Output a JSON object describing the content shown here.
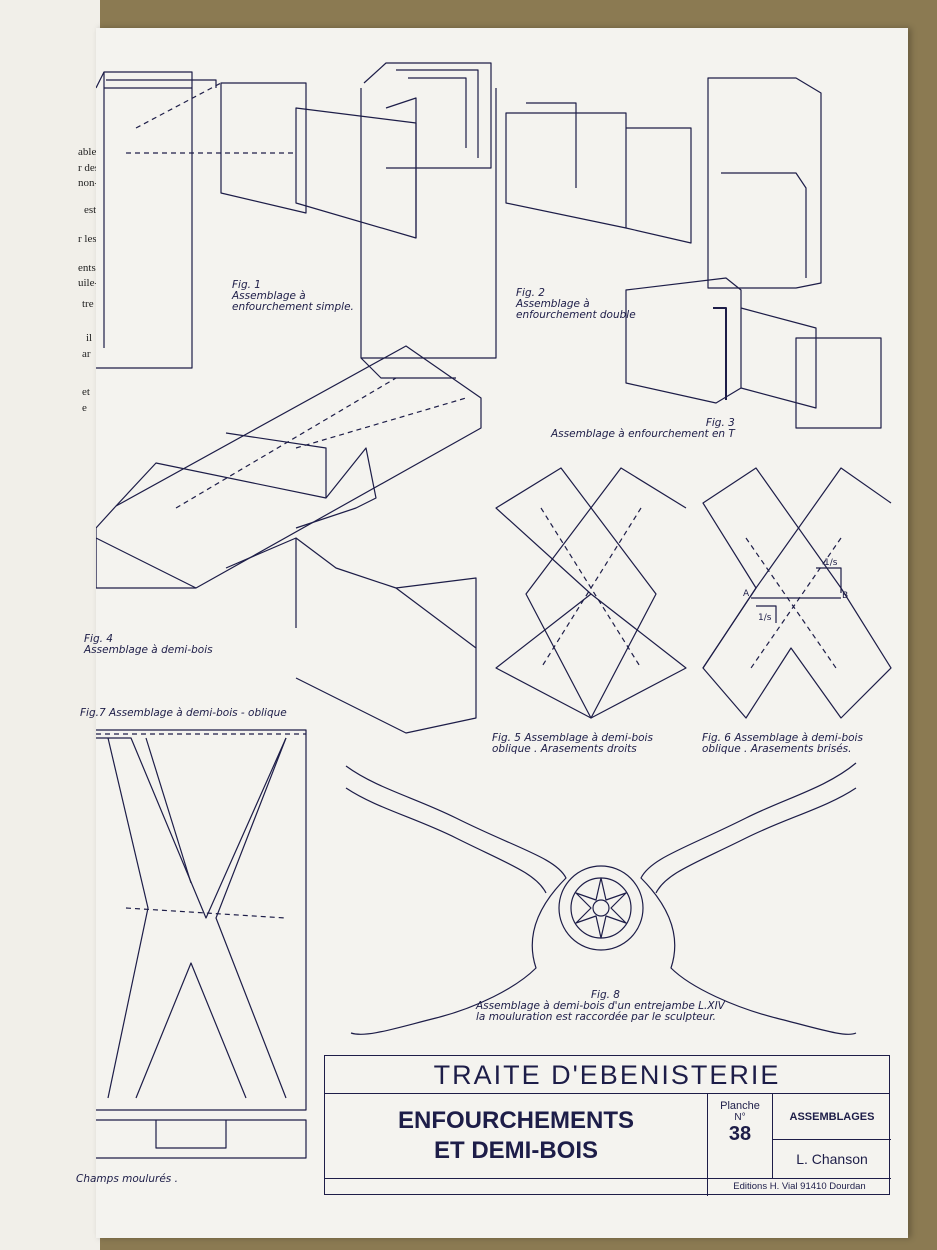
{
  "left_page_fragments": [
    "ables.",
    "r des",
    "non-",
    "est",
    "r les",
    "ents",
    "uile-",
    "tre",
    "il",
    "ar",
    "et",
    "e"
  ],
  "figures": {
    "fig1": [
      "Fig. 1",
      "Assemblage à",
      "enfourchement simple."
    ],
    "fig2": [
      "Fig. 2",
      "Assemblage à",
      "enfourchement double"
    ],
    "fig3": [
      "Fig. 3",
      "Assemblage à enfourchement en T"
    ],
    "fig4": [
      "Fig. 4",
      "Assemblage à demi-bois"
    ],
    "fig5": [
      "Fig. 5  Assemblage à demi-bois",
      "oblique . Arasements droits"
    ],
    "fig6": [
      "Fig. 6  Assemblage à demi-bois",
      "oblique . Arasements brisés."
    ],
    "fig7": "Fig.7  Assemblage à demi-bois - oblique",
    "fig8": [
      "Fig. 8",
      "Assemblage à demi-bois d'un entrejambe L.XIV",
      "la mouluration est raccordée par le sculpteur."
    ],
    "champs": "Champs moulurés ."
  },
  "fig6_labels": {
    "a": "A",
    "b": "B",
    "frac1": "1/s",
    "frac2": "1/s"
  },
  "title_block": {
    "series": "TRAITE D'EBENISTERIE",
    "main_line1": "ENFOURCHEMENTS",
    "main_line2": "ET DEMI-BOIS",
    "planche_label": "Planche",
    "no_label": "N°",
    "number": "38",
    "category": "ASSEMBLAGES",
    "author": "L. Chanson",
    "publisher": "Editions H. Vial 91410 Dourdan"
  },
  "colors": {
    "ink": "#1d1d48",
    "paper": "#f4f3ef",
    "table": "#8b7a52"
  }
}
